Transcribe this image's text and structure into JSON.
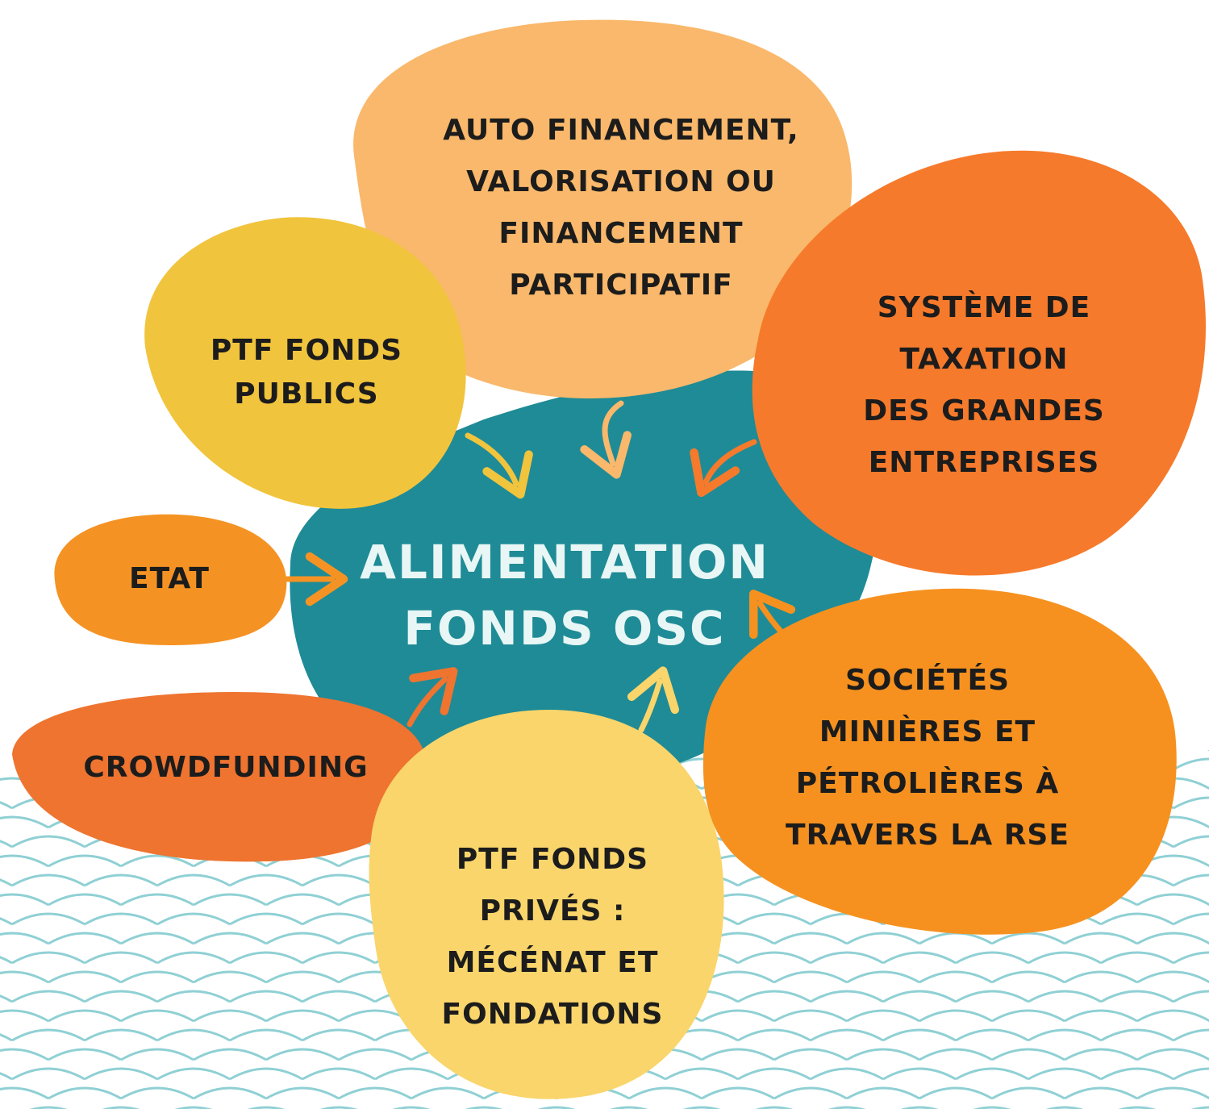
{
  "center": {
    "lines": [
      "ALIMENTATION",
      "FONDS OSC"
    ],
    "color": "#1f8b96",
    "text_color": "#e8f6f5"
  },
  "sources": {
    "auto_financement": {
      "lines": [
        "AUTO FINANCEMENT,",
        "VALORISATION OU",
        "FINANCEMENT",
        "PARTICIPATIF"
      ],
      "color": "#f9b86b"
    },
    "ptf_fonds_publics": {
      "lines": [
        "PTF FONDS",
        "PUBLICS"
      ],
      "color": "#f1c43d"
    },
    "taxation": {
      "lines": [
        "SYSTÈME DE",
        "TAXATION",
        "DES GRANDES",
        "ENTREPRISES"
      ],
      "color": "#f67a2b"
    },
    "etat": {
      "lines": [
        "ETAT"
      ],
      "color": "#f49323"
    },
    "crowdfunding": {
      "lines": [
        "CROWDFUNDING"
      ],
      "color": "#ee7430"
    },
    "ptf_fonds_prives": {
      "lines": [
        "PTF FONDS",
        "PRIVÉS :",
        "MÉCÉNAT ET",
        "FONDATIONS"
      ],
      "color": "#f9d56b"
    },
    "societes_minieres": {
      "lines": [
        "SOCIÉTÉS",
        "MINIÈRES ET",
        "PÉTROLIÈRES À",
        "TRAVERS LA RSE"
      ],
      "color": "#f6911f"
    }
  },
  "wave_color": "#8fd0d4"
}
